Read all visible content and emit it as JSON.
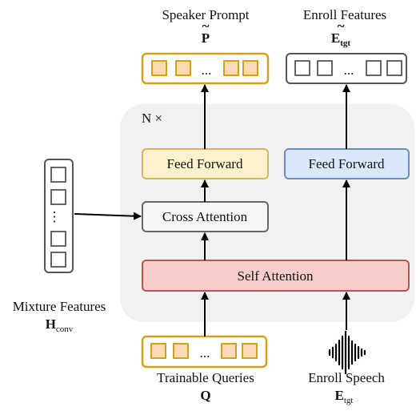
{
  "block_repeat_label": "N ×",
  "speaker_prompt": {
    "label": "Speaker Prompt",
    "symbol": "P"
  },
  "enroll_features": {
    "label": "Enroll Features",
    "symbol": "E",
    "subscript": "tgt"
  },
  "mixture_features": {
    "label": "Mixture Features",
    "symbol": "H",
    "subscript": "conv"
  },
  "trainable_queries": {
    "label": "Trainable Queries",
    "symbol": "Q"
  },
  "enroll_speech": {
    "label": "Enroll Speech",
    "symbol": "E",
    "subscript": "tgt"
  },
  "blocks": {
    "feed_forward_left": "Feed Forward",
    "feed_forward_right": "Feed Forward",
    "cross_attention": "Cross Attention",
    "self_attention": "Self Attention"
  },
  "token_ellipsis": "...",
  "mixture_ellipsis": "⋮",
  "colors": {
    "block_background": "#f1f1f1",
    "token_fill": "#fbd9b4",
    "token_border": "#d4a017",
    "gray_border": "#555555",
    "feed_forward_left_fill": "#fef2cc",
    "feed_forward_left_border": "#d6b656",
    "feed_forward_right_fill": "#dae8fc",
    "feed_forward_right_border": "#6c8ebf",
    "self_attention_fill": "#f8cecc",
    "self_attention_border": "#b85450"
  }
}
